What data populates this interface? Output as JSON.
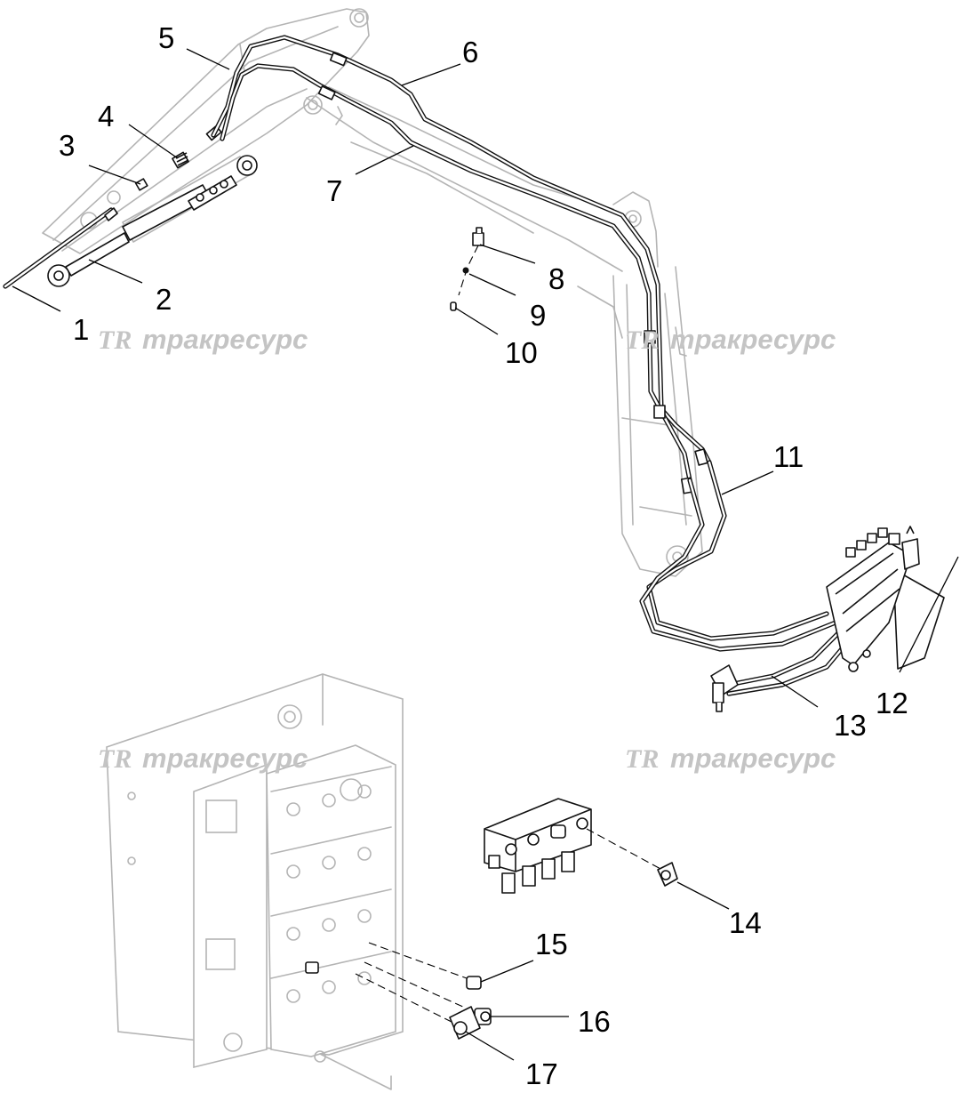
{
  "callouts": [
    "1",
    "2",
    "3",
    "4",
    "5",
    "6",
    "7",
    "8",
    "9",
    "10",
    "11",
    "12",
    "13",
    "14",
    "15",
    "16",
    "17"
  ],
  "watermarks": [
    "тракресурс",
    "тракресурс",
    "тракресурс",
    "тракресурс"
  ],
  "watermark_logo": "TR",
  "colors": {
    "ink": "#111111",
    "ghost": "#b4b4b4",
    "watermark": "#c4c4c4"
  }
}
